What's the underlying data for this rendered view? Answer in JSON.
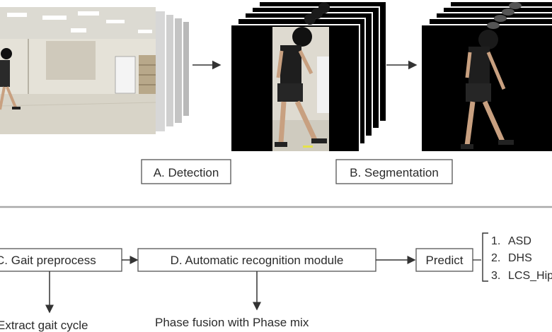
{
  "stages": {
    "detection": "A. Detection",
    "segmentation": "B. Segmentation"
  },
  "pipeline": {
    "gait_preprocess": "C. Gait preprocess",
    "recognition": "D. Automatic recognition module",
    "predict": "Predict",
    "extract": "Extract gait cycle",
    "fusion": "Phase fusion with Phase mix"
  },
  "predictions": [
    {
      "num": "1.",
      "label": "ASD"
    },
    {
      "num": "2.",
      "label": "DHS"
    },
    {
      "num": "3.",
      "label": "LCS_Hip"
    }
  ],
  "colors": {
    "line": "#333333",
    "divider": "#a9a9a9",
    "frame_black": "#000000",
    "floor": "#d8d4c8",
    "wall": "#e6e3da",
    "skin": "#c8a080"
  }
}
